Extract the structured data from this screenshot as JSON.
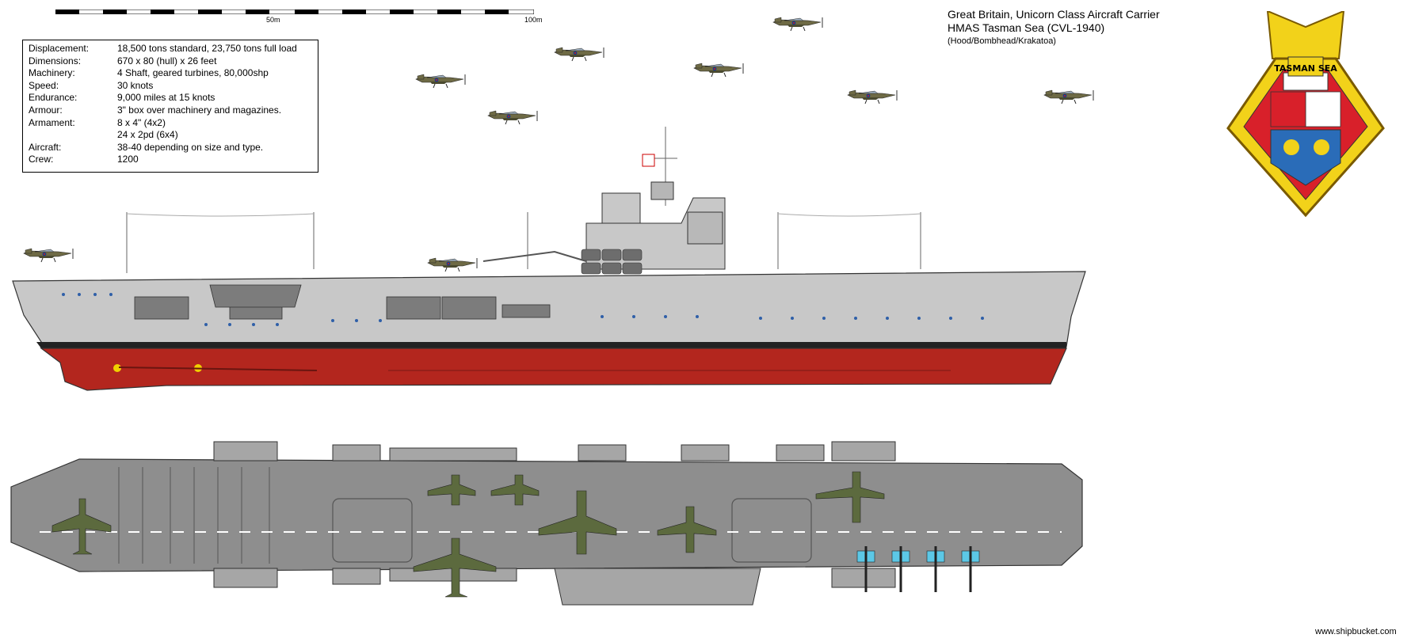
{
  "scale": {
    "mark_50": "50m",
    "mark_100": "100m"
  },
  "header": {
    "line1": "Great Britain, Unicorn Class Aircraft Carrier",
    "line2": "HMAS Tasman Sea (CVL-1940)",
    "line3": "(Hood/Bombhead/Krakatoa)"
  },
  "specs": [
    {
      "label": "Displacement:",
      "value": "18,500 tons standard, 23,750 tons full load"
    },
    {
      "label": "Dimensions:",
      "value": "670 x 80 (hull) x 26 feet"
    },
    {
      "label": "Machinery:",
      "value": "4 Shaft, geared turbines, 80,000shp"
    },
    {
      "label": "Speed:",
      "value": "30 knots"
    },
    {
      "label": "Endurance:",
      "value": "9,000 miles at 15 knots"
    },
    {
      "label": "Armour:",
      "value": "3\" box over machinery and magazines."
    },
    {
      "label": "Armament:",
      "value": "8 x 4\" (4x2)"
    },
    {
      "label": "",
      "value": "24 x 2pd (6x4)"
    },
    {
      "label": "Aircraft:",
      "value": "38-40 depending on size and type."
    },
    {
      "label": "Crew:",
      "value": "1200"
    }
  ],
  "badge": {
    "name": "TASMAN SEA"
  },
  "credit": "www.shipbucket.com",
  "colors": {
    "hull_grey": "#c8c8c8",
    "deck_grey": "#8e8e8e",
    "antifouling_red": "#b3261e",
    "badge_gold": "#f2d21a",
    "badge_red": "#d8202a"
  }
}
